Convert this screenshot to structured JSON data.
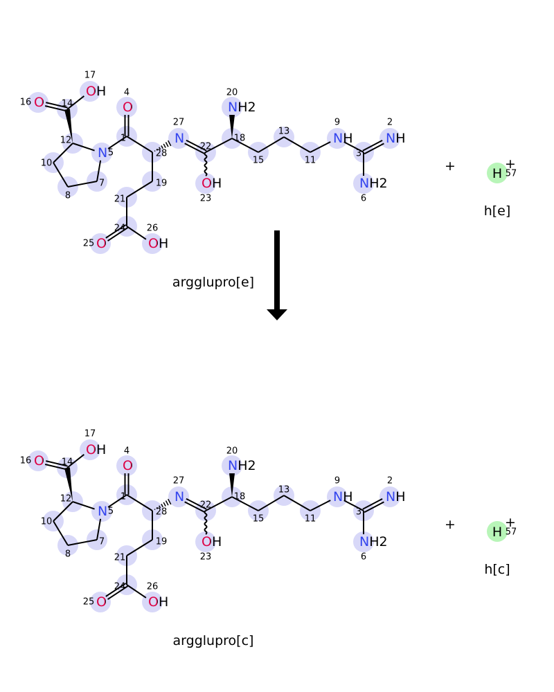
{
  "reaction": {
    "plus_sign": "+",
    "reactant": {
      "name": "argglupro[e]",
      "proton_label": "h[e]"
    },
    "product": {
      "name": "argglupro[c]",
      "proton_label": "h[c]"
    },
    "proton": {
      "symbol": "H",
      "charge": "+",
      "number": "57"
    },
    "hetero_atoms": [
      {
        "num": "17",
        "sym": "OH"
      },
      {
        "num": "16",
        "sym": "O"
      },
      {
        "num": "4",
        "sym": "O"
      },
      {
        "num": "5",
        "sym": "N"
      },
      {
        "num": "27",
        "sym": "N"
      },
      {
        "num": "20",
        "sym": "NH2"
      },
      {
        "num": "9",
        "sym": "NH"
      },
      {
        "num": "2",
        "sym": "NH"
      },
      {
        "num": "6",
        "sym": "NH2"
      },
      {
        "num": "23",
        "sym": "OH"
      },
      {
        "num": "25",
        "sym": "O"
      },
      {
        "num": "26",
        "sym": "OH"
      }
    ],
    "carbon_atoms": [
      "1",
      "3",
      "7",
      "8",
      "10",
      "11",
      "12",
      "13",
      "14",
      "15",
      "18",
      "19",
      "21",
      "22",
      "24",
      "28"
    ]
  },
  "colors": {
    "oxygen": "#dd0044",
    "nitrogen": "#3344ee",
    "highlight": "#d8d8f8",
    "proton_highlight": "#b8f5b8"
  }
}
